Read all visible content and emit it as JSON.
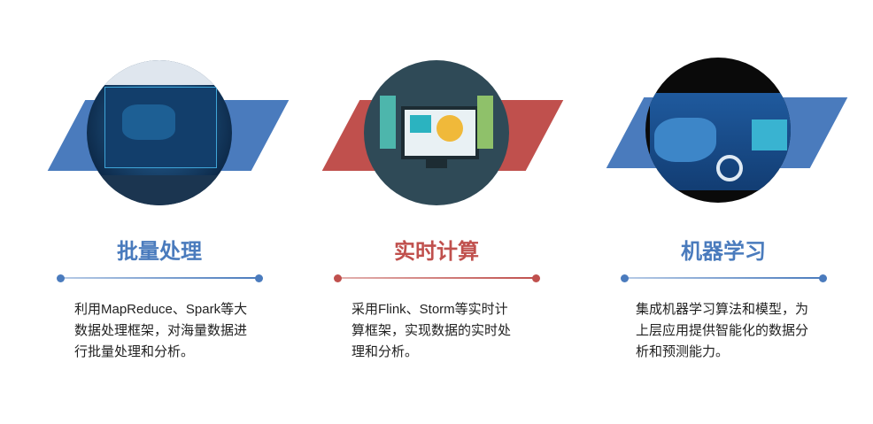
{
  "colors": {
    "blue": "#4a7bbd",
    "red": "#c0504d"
  },
  "cards": [
    {
      "title": "批量处理",
      "description": "利用MapReduce、Spark等大数据处理框架，对海量数据进行批量处理和分析。",
      "image": "dashboard-photo"
    },
    {
      "title": "实时计算",
      "description": "采用Flink、Storm等实时计算框架，实现数据的实时处理和分析。",
      "image": "monitor-illustration"
    },
    {
      "title": "机器学习",
      "description": "集成机器学习算法和模型，为上层应用提供智能化的数据分析和预测能力。",
      "image": "map-dashboard-photo"
    }
  ]
}
